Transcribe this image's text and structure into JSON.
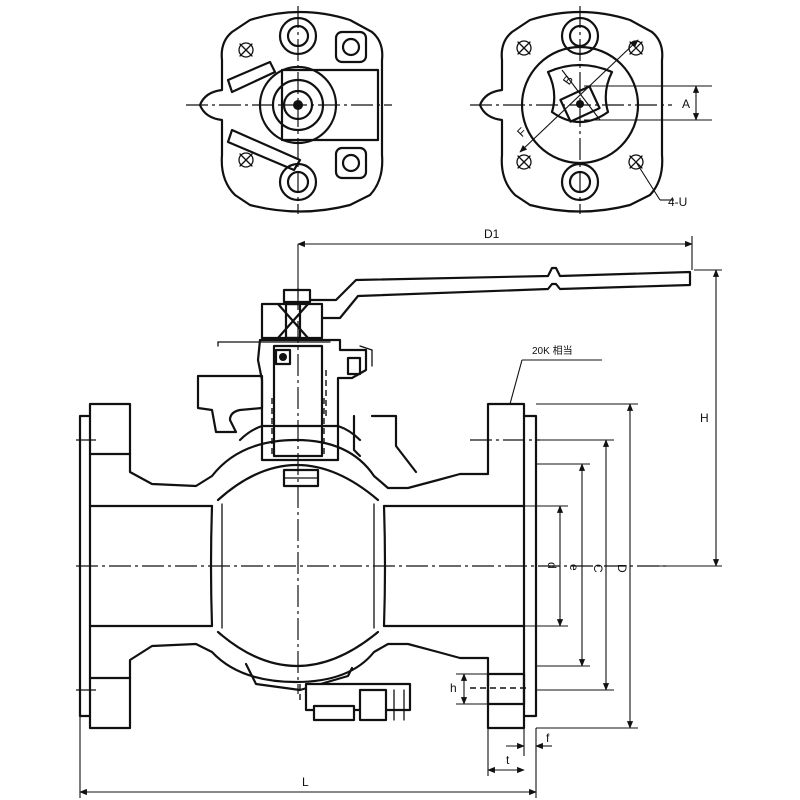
{
  "drawing": {
    "labels": {
      "d1": "D1",
      "h_total": "H",
      "flange_rating": "20K 相当",
      "bore_d": "d",
      "dim_e": "e",
      "dim_c": "C",
      "dim_D": "D",
      "height_h": "h",
      "thick_t": "t",
      "face_f": "f",
      "length_L": "L",
      "dim_A": "A",
      "dim_B": "B",
      "dim_F": "F",
      "bolt_holes": "4-U"
    }
  }
}
